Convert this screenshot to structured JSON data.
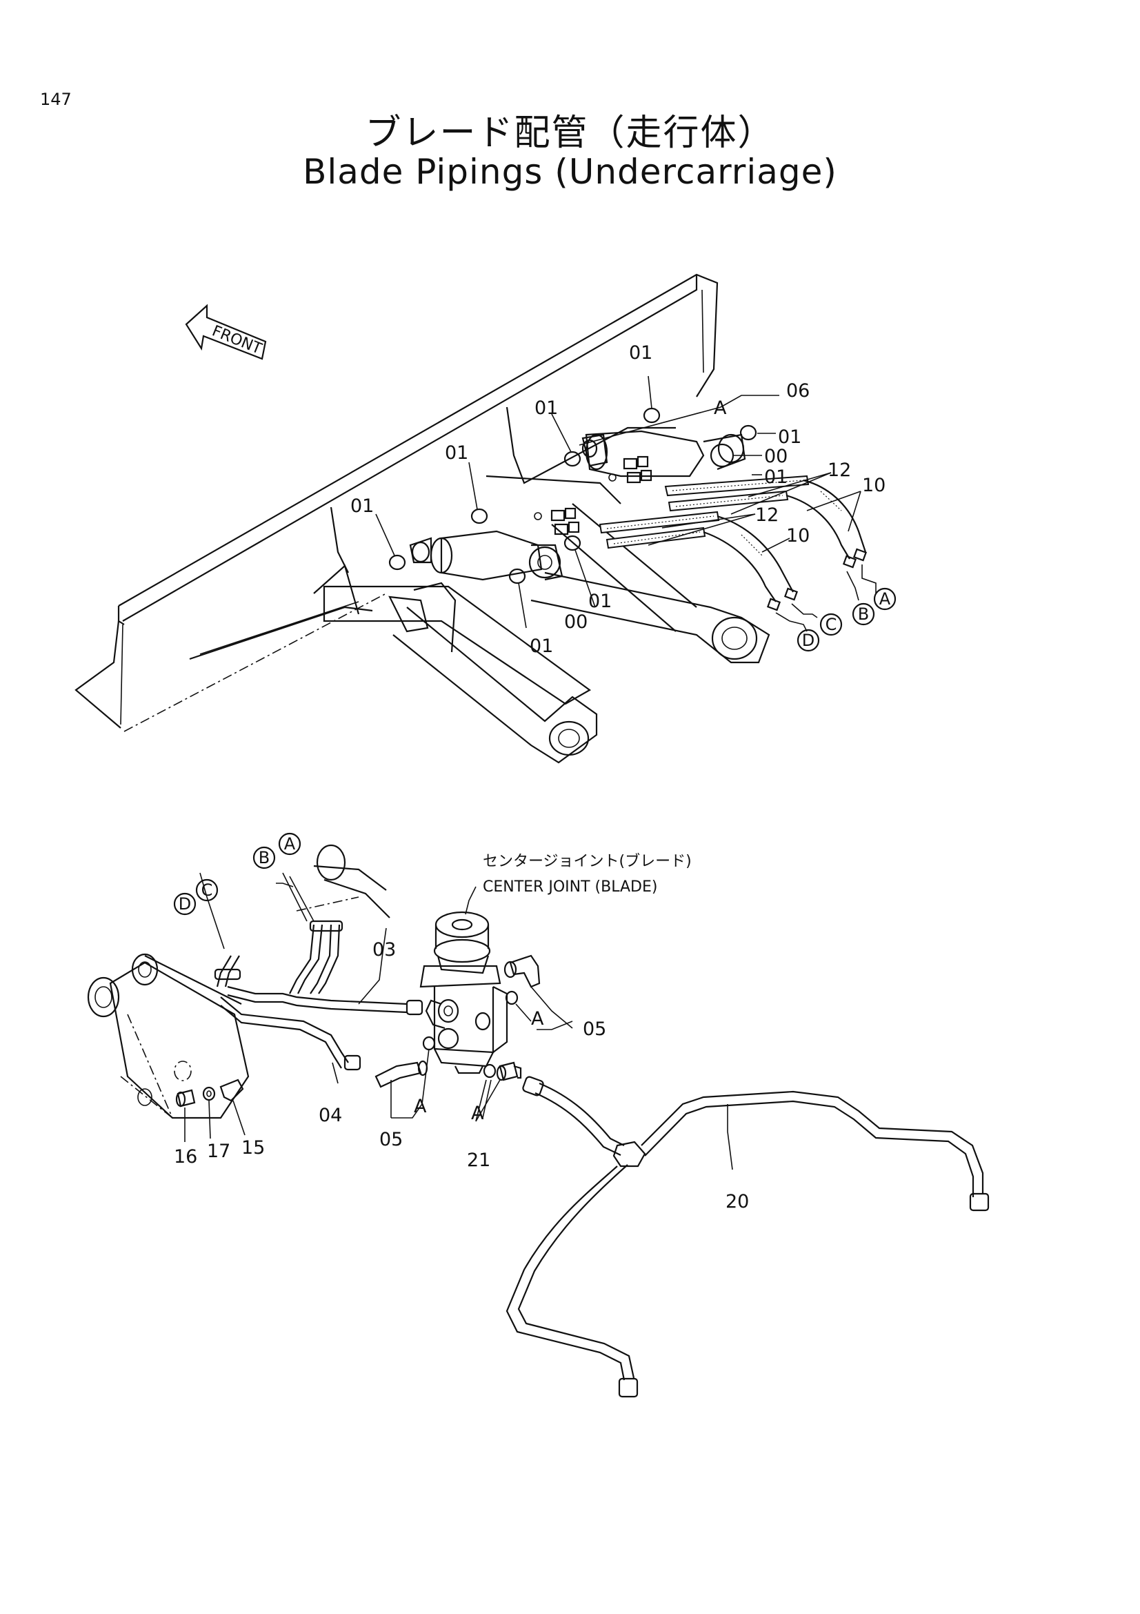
{
  "page_number": "147",
  "title_jp": "ブレード配管（走行体）",
  "title_en": "Blade Pipings (Undercarriage)",
  "front_label": "FRONT",
  "upper_labels": [
    {
      "id": "u01a",
      "text": "01"
    },
    {
      "id": "u01b",
      "text": "01"
    },
    {
      "id": "u01c",
      "text": "01"
    },
    {
      "id": "u01d",
      "text": "01"
    },
    {
      "id": "u01e",
      "text": "01"
    },
    {
      "id": "u01f",
      "text": "01"
    },
    {
      "id": "u01g",
      "text": "01"
    },
    {
      "id": "u01h",
      "text": "01"
    },
    {
      "id": "u01i",
      "text": "01"
    },
    {
      "id": "u00a",
      "text": "00"
    },
    {
      "id": "u00b",
      "text": "00"
    },
    {
      "id": "u06",
      "text": "06"
    },
    {
      "id": "uA",
      "text": "A"
    },
    {
      "id": "u12a",
      "text": "12"
    },
    {
      "id": "u12b",
      "text": "12"
    },
    {
      "id": "u10a",
      "text": "10"
    },
    {
      "id": "u10b",
      "text": "10"
    }
  ],
  "upper_circles": [
    {
      "id": "ucA",
      "text": "A"
    },
    {
      "id": "ucB",
      "text": "B"
    },
    {
      "id": "ucC",
      "text": "C"
    },
    {
      "id": "ucD",
      "text": "D"
    }
  ],
  "lower_circles": [
    {
      "id": "lcA",
      "text": "A"
    },
    {
      "id": "lcB",
      "text": "B"
    },
    {
      "id": "lcC",
      "text": "C"
    },
    {
      "id": "lcD",
      "text": "D"
    }
  ],
  "lower_labels": [
    {
      "id": "l03",
      "text": "03"
    },
    {
      "id": "l04",
      "text": "04"
    },
    {
      "id": "l05a",
      "text": "05"
    },
    {
      "id": "l05b",
      "text": "05"
    },
    {
      "id": "lAa",
      "text": "A"
    },
    {
      "id": "lAb",
      "text": "A"
    },
    {
      "id": "lAc",
      "text": "A"
    },
    {
      "id": "l21",
      "text": "21"
    },
    {
      "id": "l20",
      "text": "20"
    },
    {
      "id": "l16",
      "text": "16"
    },
    {
      "id": "l17",
      "text": "17"
    },
    {
      "id": "l15",
      "text": "15"
    }
  ],
  "center_joint_jp": "センタージョイント(ブレード)",
  "center_joint_en": "CENTER JOINT (BLADE)"
}
